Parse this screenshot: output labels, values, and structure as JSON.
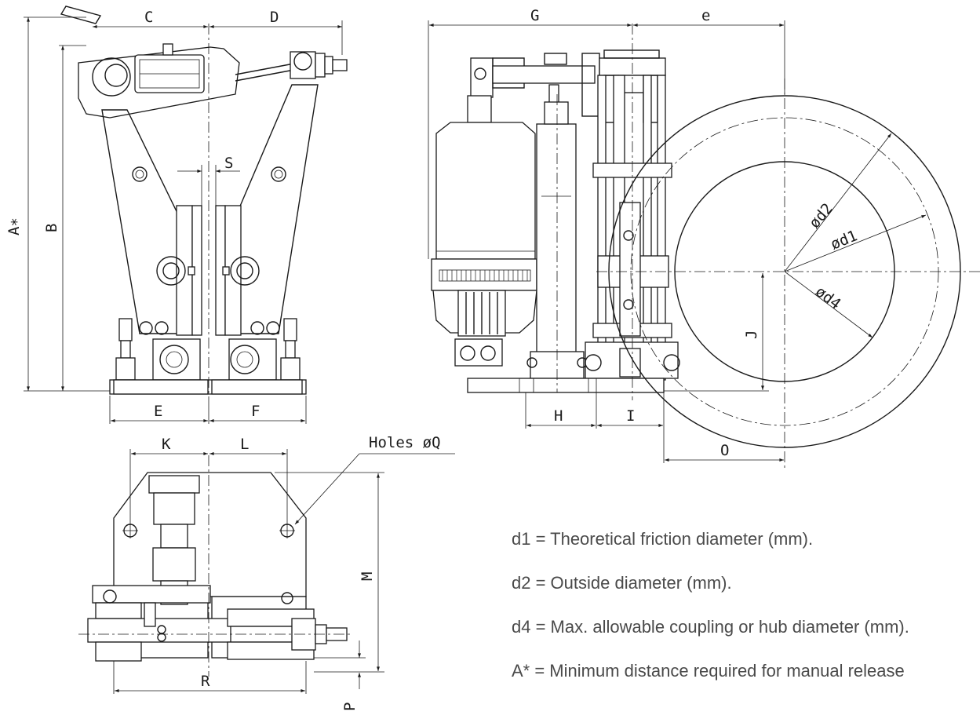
{
  "dimensions": {
    "A": "A∗",
    "B": "B",
    "C": "C",
    "D": "D",
    "E": "E",
    "F": "F",
    "G": "G",
    "e": "e",
    "H": "H",
    "I": "I",
    "J": "J",
    "K": "K",
    "L": "L",
    "M": "M",
    "O": "O",
    "P": "P",
    "R": "R",
    "S": "S",
    "d1": "ød1",
    "d2": "ød2",
    "d4": "ød4",
    "holes": "Holes øQ"
  },
  "legend": [
    "d1 = Theoretical friction diameter (mm).",
    "d2 = Outside diameter (mm).",
    "d4 = Max. allowable coupling or hub diameter (mm).",
    "A* = Minimum distance required for manual release"
  ]
}
